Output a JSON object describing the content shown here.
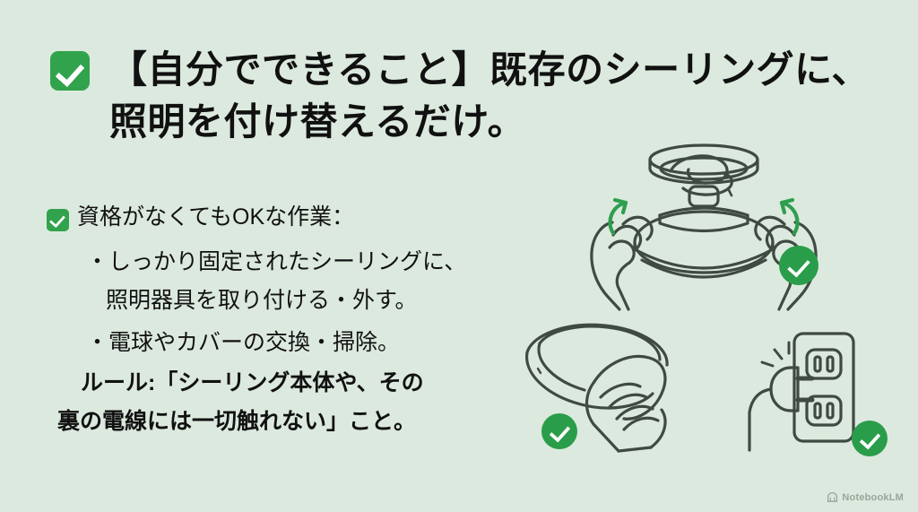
{
  "slide": {
    "background_color": "#dce9de",
    "accent_green": "#31a34c",
    "badge_green": "#2a9d4a",
    "line_art_color": "#3f4a42",
    "text_color": "#111111"
  },
  "title": {
    "check_icon": "check-square-icon",
    "line1": "【自分でできること】既存のシーリングに、",
    "line2": "照明を付け替えるだけ。"
  },
  "body": {
    "check_icon": "check-square-icon",
    "heading": "資格がなくてもOKな作業：",
    "lines": [
      "・しっかり固定されたシーリングに、",
      "照明器具を取り付ける・外す。",
      "・電球やカバーの交換・掃除。",
      "ルール:「シーリング本体や、その",
      "裏の電線には一切触れない」こと。"
    ]
  },
  "illustrations": [
    {
      "name": "ceiling-mount-illustration",
      "description": "hands twisting a light fixture onto a ceiling rosette",
      "arrows": "rotation-arrows",
      "badge": "check-circle-icon"
    },
    {
      "name": "cover-wipe-illustration",
      "description": "hand wiping a light cover with a cloth",
      "badge": "check-circle-icon"
    },
    {
      "name": "plug-outlet-illustration",
      "description": "plug being inserted into a wall outlet",
      "badge": "check-circle-icon"
    }
  ],
  "watermark": {
    "icon": "notebooklm-logo-icon",
    "label": "NotebookLM"
  }
}
